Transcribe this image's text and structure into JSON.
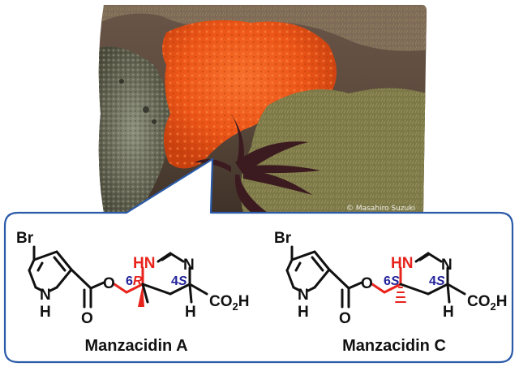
{
  "photo": {
    "credit": "© Masahiro Suzuki",
    "colors": {
      "sponge": "#f0571b",
      "rock": "#7b6652",
      "algae_dark": "#3e1e22",
      "algae_olive": "#8c8756"
    }
  },
  "panel": {
    "border_color": "#2a5aa8"
  },
  "compounds": [
    {
      "name": "Manzacidin A",
      "atoms": {
        "Br": "Br",
        "NH_pyrrole": "N",
        "NH_pyrrole_h": "H",
        "O_ester": "O",
        "O_carbonyl": "O",
        "HN": "HN",
        "N": "N",
        "H": "H",
        "CO2H": "CO",
        "CO2H_sub": "2",
        "CO2H_end": "H"
      },
      "stereo": {
        "c6": "6",
        "c6_config": "R",
        "c4": "4",
        "c4_config": "S"
      }
    },
    {
      "name": "Manzacidin C",
      "atoms": {
        "Br": "Br",
        "NH_pyrrole": "N",
        "NH_pyrrole_h": "H",
        "O_ester": "O",
        "O_carbonyl": "O",
        "HN": "HN",
        "N": "N",
        "H": "H",
        "CO2H": "CO",
        "CO2H_sub": "2",
        "CO2H_end": "H"
      },
      "stereo": {
        "c6": "6",
        "c6_config": "S",
        "c4": "4",
        "c4_config": "S"
      }
    }
  ],
  "colors": {
    "highlight_red": "#e8231c",
    "stereo_blue": "#22229a",
    "bond_black": "#111111"
  }
}
